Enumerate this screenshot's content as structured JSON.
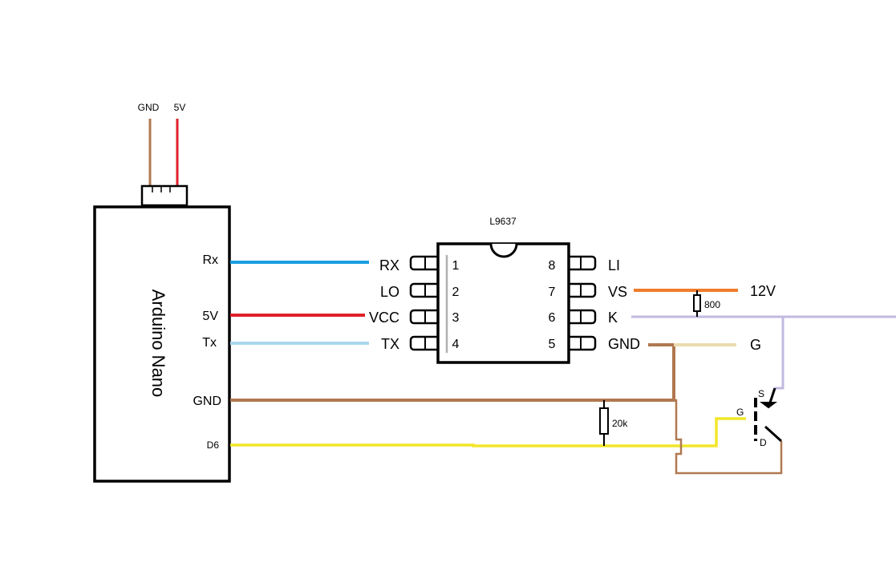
{
  "connector": {
    "gnd_label": "GND",
    "vcc_label": "5V"
  },
  "arduino": {
    "name": "Arduino Nano",
    "pins": {
      "rx": "Rx",
      "v5": "5V",
      "tx": "Tx",
      "gnd": "GND",
      "d6": "D6"
    }
  },
  "chip": {
    "name": "L9637",
    "pins_left": [
      {
        "label": "RX",
        "number": "1"
      },
      {
        "label": "LO",
        "number": "2"
      },
      {
        "label": "VCC",
        "number": "3"
      },
      {
        "label": "TX",
        "number": "4"
      }
    ],
    "pins_right": [
      {
        "label": "LI",
        "number": "8"
      },
      {
        "label": "VS",
        "number": "7"
      },
      {
        "label": "K",
        "number": "6"
      },
      {
        "label": "GND",
        "number": "5"
      }
    ]
  },
  "right_side": {
    "supply": "12V",
    "ground": "G",
    "r_pullup": "800",
    "r_gate": "20k"
  },
  "mosfet": {
    "source": "S",
    "gate": "G",
    "drain": "D"
  },
  "colors": {
    "rx_wire": "#1a9ee0",
    "power_wire": "#e0202a",
    "tx_wire": "#a8d8ee",
    "gnd_wire": "#b07850",
    "signal_wire": "#f2e62a",
    "vs_wire": "#f07d2a",
    "k_wire": "#c2b8e0",
    "g_wire": "#ecdcae",
    "outline": "#000000"
  }
}
